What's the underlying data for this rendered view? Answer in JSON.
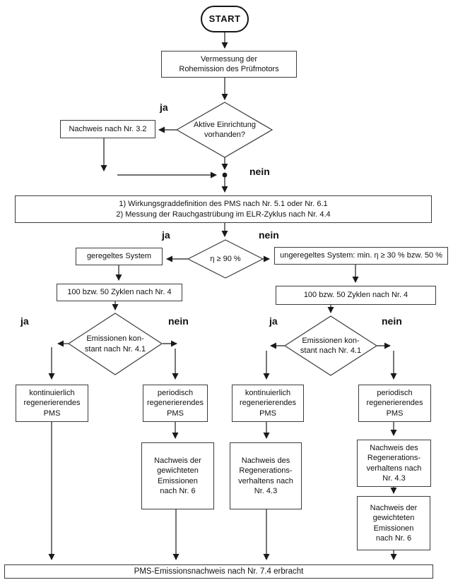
{
  "diagram": {
    "type": "flowchart",
    "language": "de",
    "colors": {
      "background": "#ffffff",
      "line": "#1a1a1a",
      "box_border": "#3c3c3c",
      "text": "#111111"
    },
    "labels": {
      "yes": "ja",
      "no": "nein"
    },
    "nodes": {
      "start": "START",
      "raw_emission": "Vermessung der\nRohemission des Prüfmotors",
      "active_device_decision": "Aktive Einrichtung\nvorhanden?",
      "proof_3_2": "Nachweis nach Nr. 3.2",
      "efficiency_step": "1) Wirkungsgraddefinition des PMS nach Nr. 5.1 oder Nr. 6.1\n2) Messung der Rauchgastrübung im ELR-Zyklus nach Nr. 4.4",
      "eta_decision": "η ≥ 90 %",
      "controlled_system": "geregeltes System",
      "uncontrolled_system": "ungeregeltes System: min. η ≥ 30 % bzw. 50 %",
      "cycles_left": "100 bzw. 50 Zyklen nach Nr. 4",
      "cycles_right": "100 bzw. 50 Zyklen nach Nr. 4",
      "emissions_constant_left": "Emissionen kon-\nstant nach Nr. 4.1",
      "emissions_constant_right": "Emissionen kon-\nstant nach Nr. 4.1",
      "continuous_pms_left": "kontinuierlich\nregenerierendes\nPMS",
      "periodic_pms_left": "periodisch\nregenerierendes\nPMS",
      "continuous_pms_right": "kontinuierlich\nregenerierendes\nPMS",
      "periodic_pms_right": "periodisch\nregenerierendes\nPMS",
      "weighted_emissions_left": "Nachweis der\ngewichteten\nEmissionen\nnach Nr. 6",
      "regeneration_mid": "Nachweis des\nRegenerations-\nverhaltens nach\nNr. 4.3",
      "regeneration_right": "Nachweis des\nRegenerations-\nverhaltens nach\nNr. 4.3",
      "weighted_emissions_right": "Nachweis der\ngewichteten\nEmissionen\nnach Nr. 6",
      "final_proof": "PMS-Emissionsnachweis nach Nr. 7.4 erbracht"
    }
  }
}
